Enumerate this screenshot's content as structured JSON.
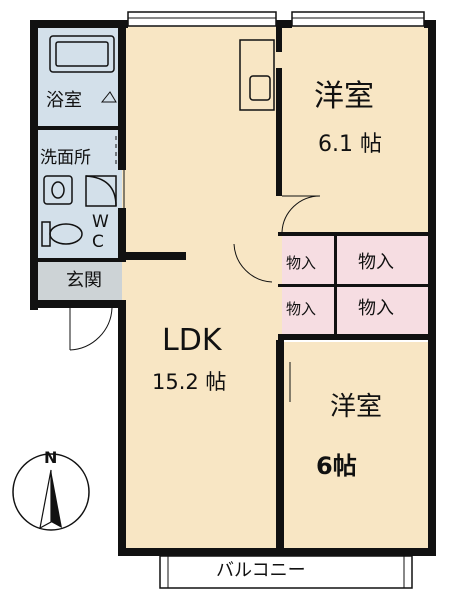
{
  "floorplan": {
    "rooms": {
      "bath": "浴室",
      "washroom": "洗面所",
      "wc_w": "W",
      "wc_c": "C",
      "entrance": "玄関",
      "ldk_name": "LDK",
      "ldk_size": "15.2 帖",
      "western1_name": "洋室",
      "western1_size": "6.1 帖",
      "western2_name": "洋室",
      "western2_size": "6帖",
      "closet1": "物入",
      "closet2": "物入",
      "closet3": "物入",
      "closet4": "物入",
      "balcony": "バルコニー"
    },
    "compass": {
      "north_label": "N"
    },
    "colors": {
      "wall": "#111111",
      "ldk": "#f8e6c4",
      "western": "#f8e6c4",
      "wet_area": "#d3e0ea",
      "entrance": "#cdd3d6",
      "closet": "#f6dde2",
      "background": "#ffffff"
    }
  }
}
